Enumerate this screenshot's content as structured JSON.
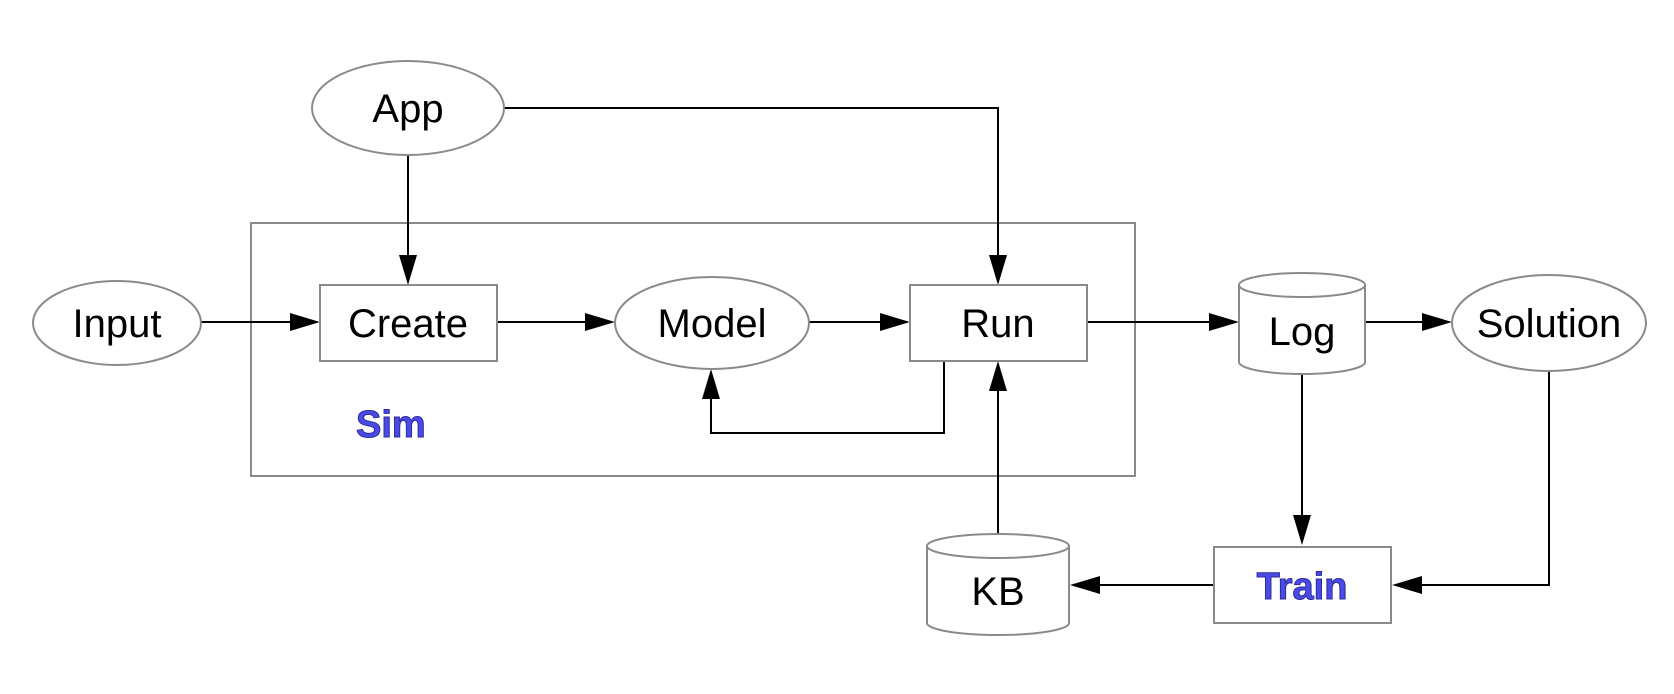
{
  "nodes": {
    "app": "App",
    "input": "Input",
    "create": "Create",
    "model": "Model",
    "run": "Run",
    "log": "Log",
    "solution": "Solution",
    "kb": "KB",
    "train": "Train"
  },
  "groups": {
    "sim": "Sim"
  },
  "colors": {
    "accent": "#4a4ae6",
    "node_stroke": "#8a8a8a",
    "edge": "#000000"
  }
}
